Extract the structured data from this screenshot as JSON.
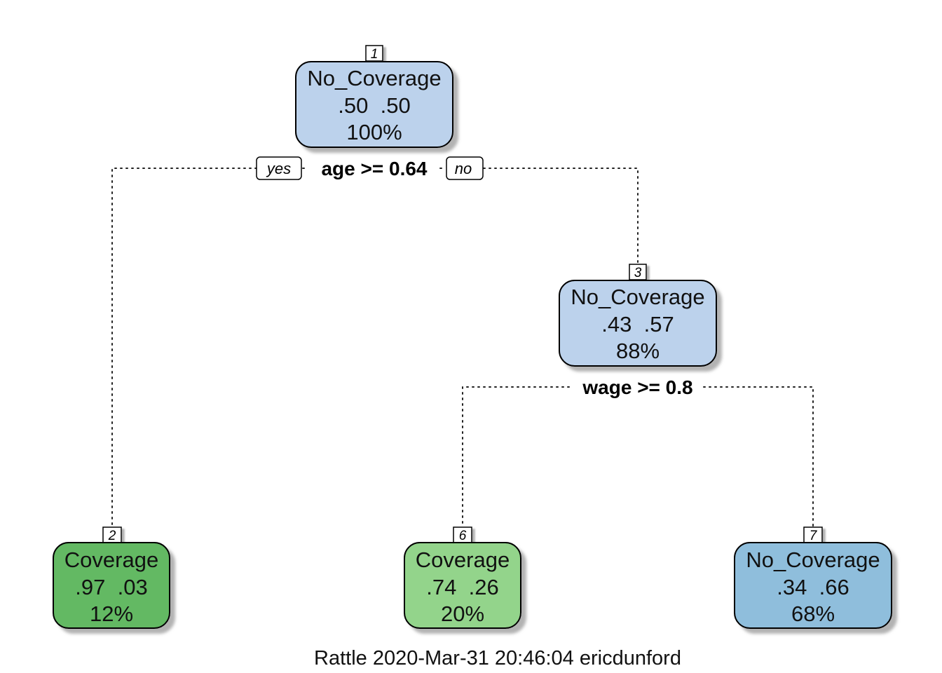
{
  "tree": {
    "root": {
      "id": "1",
      "class": "No_Coverage",
      "probs": ".50  .50",
      "percent": "100%",
      "color": "#bcd2ec"
    },
    "split_root": {
      "rule": "age >= 0.64",
      "yes_label": "yes",
      "no_label": "no"
    },
    "node3": {
      "id": "3",
      "class": "No_Coverage",
      "probs": ".43  .57",
      "percent": "88%",
      "color": "#bcd2ec"
    },
    "split_node3": {
      "rule": "wage >= 0.8"
    },
    "leaf2": {
      "id": "2",
      "class": "Coverage",
      "probs": ".97  .03",
      "percent": "12%",
      "color": "#63b963"
    },
    "leaf6": {
      "id": "6",
      "class": "Coverage",
      "probs": ".74  .26",
      "percent": "20%",
      "color": "#93d48b"
    },
    "leaf7": {
      "id": "7",
      "class": "No_Coverage",
      "probs": ".34  .66",
      "percent": "68%",
      "color": "#8fbedc"
    }
  },
  "footer": {
    "caption": "Rattle 2020-Mar-31 20:46:04 ericdunford"
  }
}
